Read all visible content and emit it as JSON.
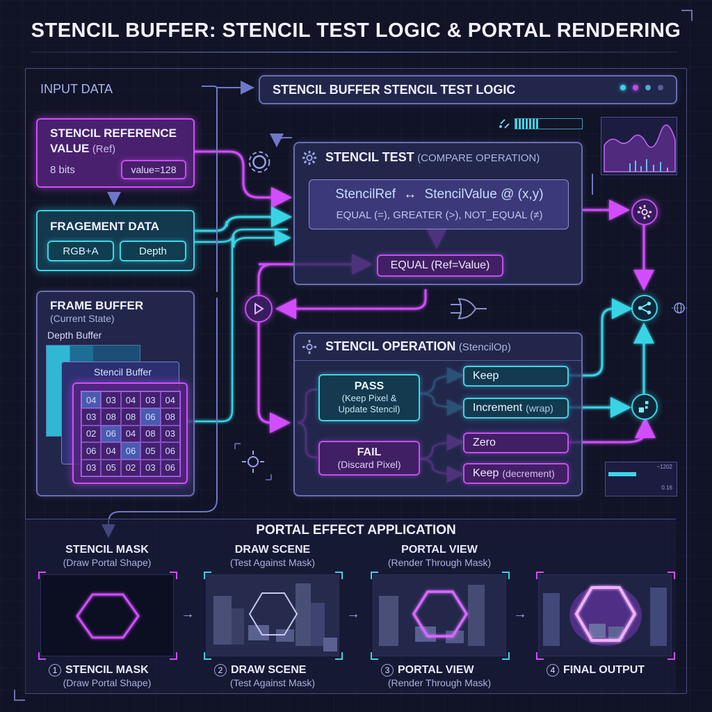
{
  "title": "STENCIL BUFFER: STENCIL TEST LOGIC & PORTAL RENDERING",
  "input_data_label": "INPUT DATA",
  "header_bar": {
    "label": "STENCIL BUFFER STENCIL TEST LOGIC"
  },
  "stencil_ref": {
    "title_line1": "STENCIL REFERENCE",
    "title_line2_main": "VALUE",
    "title_line2_sub": "(Ref)",
    "bits": "8 bits",
    "value": "value=128"
  },
  "fragment": {
    "title": "FRAGEMENT DATA",
    "chip1": "RGB+A",
    "chip2": "Depth"
  },
  "frame_buffer": {
    "title": "FRAME BUFFER",
    "subtitle": "(Current State)",
    "depth_label": "Depth Buffer",
    "stencil_label": "Stencil Buffer",
    "grid": [
      [
        "04",
        "03",
        "04",
        "03",
        "04"
      ],
      [
        "03",
        "08",
        "08",
        "06",
        "08"
      ],
      [
        "02",
        "06",
        "04",
        "08",
        "03"
      ],
      [
        "06",
        "04",
        "06",
        "05",
        "06"
      ],
      [
        "03",
        "05",
        "02",
        "03",
        "06"
      ]
    ],
    "highlight": [
      [
        0,
        0
      ],
      [
        1,
        3
      ],
      [
        2,
        1
      ],
      [
        3,
        2
      ]
    ]
  },
  "stencil_test": {
    "title": "STENCIL TEST",
    "title_sub": "(COMPARE OPERATION)",
    "compare_left": "StencilRef",
    "compare_arrow": "↔",
    "compare_right": "StencilValue @ (x,y)",
    "operators": "EQUAL (=), GREATER (>), NOT_EQUAL (≠)",
    "result": "EQUAL (Ref=Value)"
  },
  "stencil_op": {
    "title": "STENCIL OPERATION",
    "title_sub": "(StencilOp)",
    "pass_title": "PASS",
    "pass_desc_line1": "(Keep Pixel &",
    "pass_desc_line2": "Update Stencil)",
    "fail_title": "FAIL",
    "fail_desc": "(Discard Pixel)",
    "keep": "Keep",
    "increment_main": "Increment",
    "increment_sub": "(wrap)",
    "zero": "Zero",
    "keep_dec_main": "Keep",
    "keep_dec_sub": "(decrement)"
  },
  "mini_readouts": {
    "top_right": "~1202",
    "bottom_right": "0.16"
  },
  "portal": {
    "section_title": "PORTAL EFFECT APPLICATION",
    "steps": [
      {
        "top_title": "STENCIL MASK",
        "top_sub": "(Draw Portal Shape)",
        "num": "1",
        "bottom_title": "STENCIL MASK",
        "bottom_sub": "(Draw Portal Shape)"
      },
      {
        "top_title": "DRAW SCENE",
        "top_sub": "(Test Against Mask)",
        "num": "2",
        "bottom_title": "DRAW SCENE",
        "bottom_sub": "(Test Against Mask)"
      },
      {
        "top_title": "PORTAL VIEW",
        "top_sub": "(Render Through Mask)",
        "num": "3",
        "bottom_title": "PORTAL VIEW",
        "bottom_sub": "(Render Through Mask)"
      },
      {
        "top_title": "",
        "top_sub": "",
        "num": "4",
        "bottom_title": "FINAL OUTPUT",
        "bottom_sub": ""
      }
    ],
    "arrow": "→"
  },
  "colors": {
    "accent_pink": "#d24dff",
    "accent_cyan": "#39d4e6",
    "panel": "#6a6fb0",
    "background": "#111426"
  }
}
